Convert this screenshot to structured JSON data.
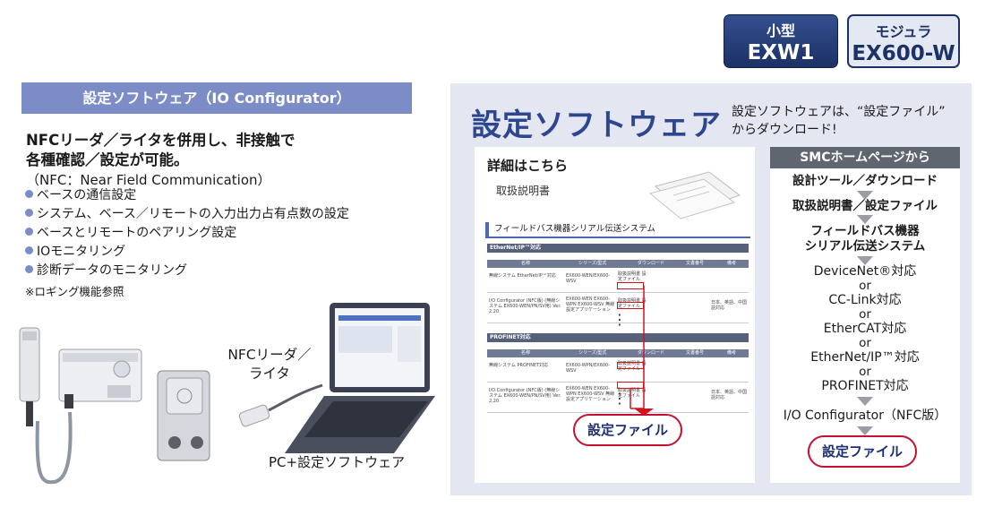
{
  "badges": [
    {
      "line1": "小型",
      "line2": "EXW1"
    },
    {
      "line1": "モジュラ",
      "line2": "EX600-W"
    }
  ],
  "left": {
    "header": "設定ソフトウェア（IO Configurator）",
    "intro_line1": "NFCリーダ／ライタを併用し、非接触で",
    "intro_line2": "各種確認／設定が可能。",
    "intro_line3": "（NFC：Near Field Communication）",
    "features": [
      "ベースの通信設定",
      "システム、ベース／リモートの入力出力占有点数の設定",
      "ベースとリモートのペアリング設定",
      "IOモニタリング",
      "診断データのモニタリング"
    ],
    "note": "※ロギング機能参照",
    "label_nfc_1": "NFCリーダ／",
    "label_nfc_2": "ライタ",
    "label_pc": "PC+設定ソフトウェア"
  },
  "right": {
    "title": "設定ソフトウェア",
    "note_line1": "設定ソフトウェアは、“設定ファイル”",
    "note_line2": "からダウンロード!",
    "doc": {
      "title": "詳細はこちら",
      "subtitle": "取扱説明書",
      "section": "フィールドバス機器シリアル伝送システム",
      "table1_label": "EtherNet/IP™対応",
      "table2_label": "PROFINET対応",
      "headers": [
        "名称",
        "シリーズ/型式",
        "ダウンロード",
        "文書番号",
        "備考"
      ],
      "rows1": [
        {
          "name": "無線システム EtherNet/IP™対応",
          "model": "EX600-WEN/EX600-WSV",
          "dl": "取扱説明書 設定ファイル",
          "memo": ""
        },
        {
          "name": "I/O Configurator (NFC版) (無線システム EX600-WEN/PN/SV用) Ver. 2.20",
          "model": "EX600-WEN EX600-WPN EX600-WSV 無線設定アプリケーション",
          "dl": "取扱説明書 設定ファイル",
          "memo": "日本、英語、中国語対応"
        }
      ],
      "rows2": [
        {
          "name": "無線システム PROFINET対応",
          "model": "EX600-WPN/EX600-WSV",
          "dl": "取扱説明書 設定ファイル",
          "memo": ""
        },
        {
          "name": "I/O Configurator (NFC版) (無線システム EX600-WEN/PN/SV用) Ver. 2.20",
          "model": "EX600-WEN EX600-WPN EX600-WSV 無線設定アプリケーション",
          "dl": "取扱説明書 設定ファイル",
          "memo": "日本、英語、中国語対応"
        }
      ],
      "file_button": "設定ファイル"
    },
    "flow": {
      "header": "SMCホームページから",
      "step1": "設計ツール／ダウンロード",
      "step2": "取扱説明書／設定ファイル",
      "step3a": "フィールドバス機器",
      "step3b": "シリアル伝送システム",
      "protocols": [
        "DeviceNet®対応",
        "CC-Link対応",
        "EtherCAT対応",
        "EtherNet/IP™対応",
        "PROFINET対応"
      ],
      "or": "or",
      "configurator": "I/O Configurator（NFC版）",
      "file_button": "設定ファイル"
    }
  }
}
